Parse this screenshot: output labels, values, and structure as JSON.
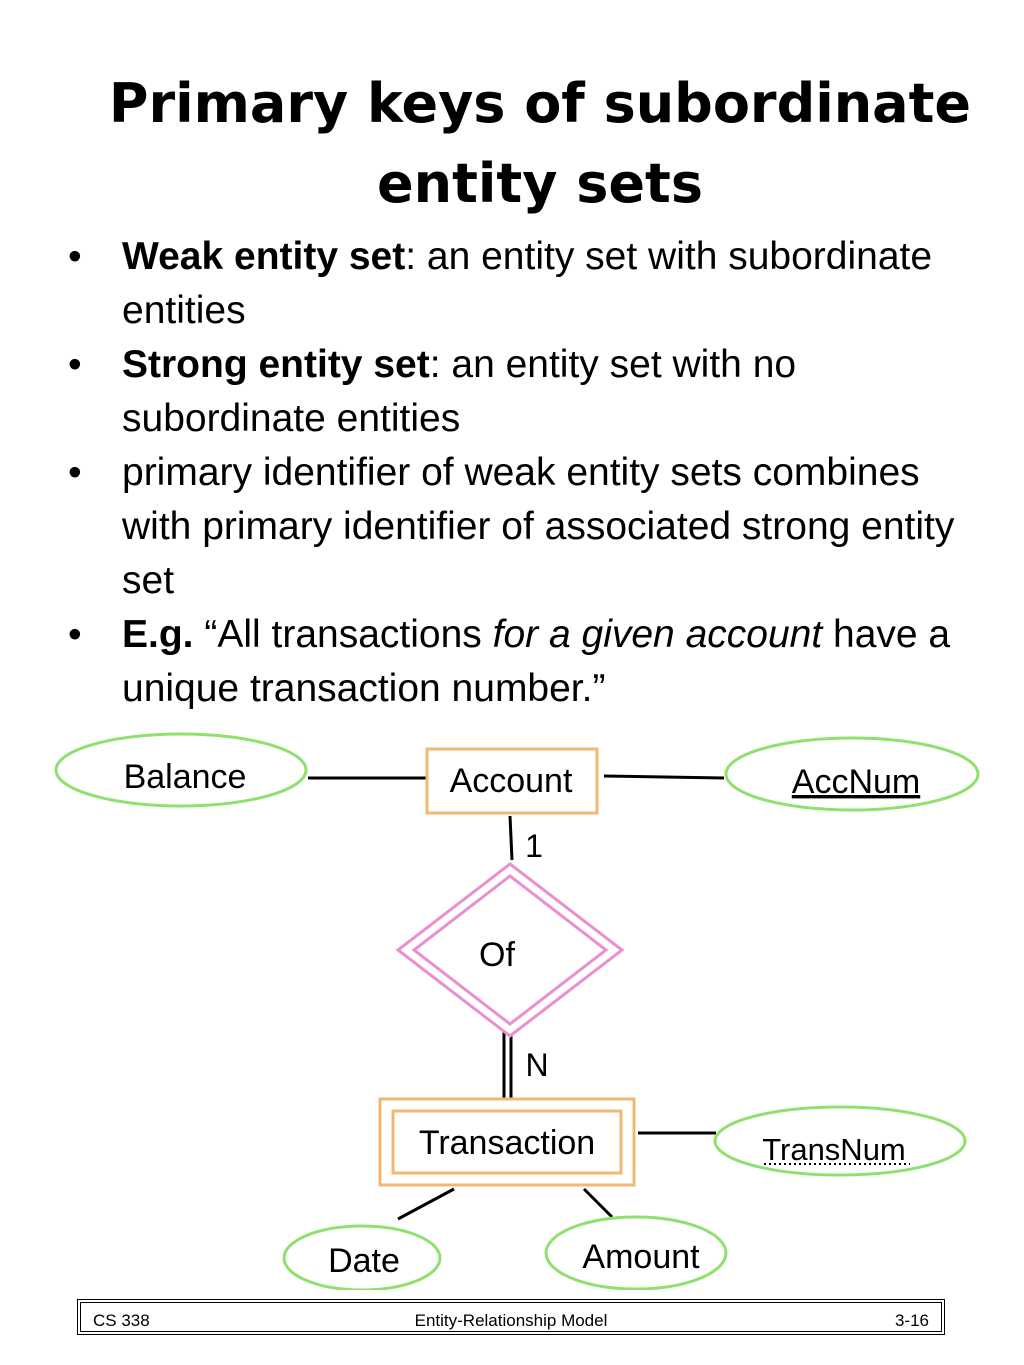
{
  "title": "Primary keys of subordinate entity sets",
  "bullets": [
    {
      "bullet": "•",
      "bold": "Weak entity set",
      "text": ":  an entity set with subordinate entities"
    },
    {
      "bullet": "•",
      "bold": "Strong entity set",
      "text": ":  an entity set with no subordinate entities"
    },
    {
      "bullet": "•",
      "text": "primary identifier of weak entity sets combines with primary identifier of associated strong entity set"
    },
    {
      "bullet": "•",
      "bold": "E.g.",
      "text_before": " “All transactions ",
      "italic": "for a given account",
      "text_after": " have a unique transaction number.”"
    }
  ],
  "diagram": {
    "entities": {
      "account": "Account",
      "transaction": "Transaction"
    },
    "relationship": "Of",
    "attributes": {
      "balance": "Balance",
      "accnum": "AccNum",
      "transnum": "TransNum",
      "date": "Date",
      "amount": "Amount"
    },
    "cardinality": {
      "one": "1",
      "many": "N"
    },
    "colors": {
      "attribute_border": "#90e070",
      "entity_border": "#f0b870",
      "relationship_border": "#e890d0",
      "line": "#000000"
    }
  },
  "footer": {
    "left": "CS 338",
    "center": "Entity-Relationship Model",
    "right": "3-16"
  }
}
